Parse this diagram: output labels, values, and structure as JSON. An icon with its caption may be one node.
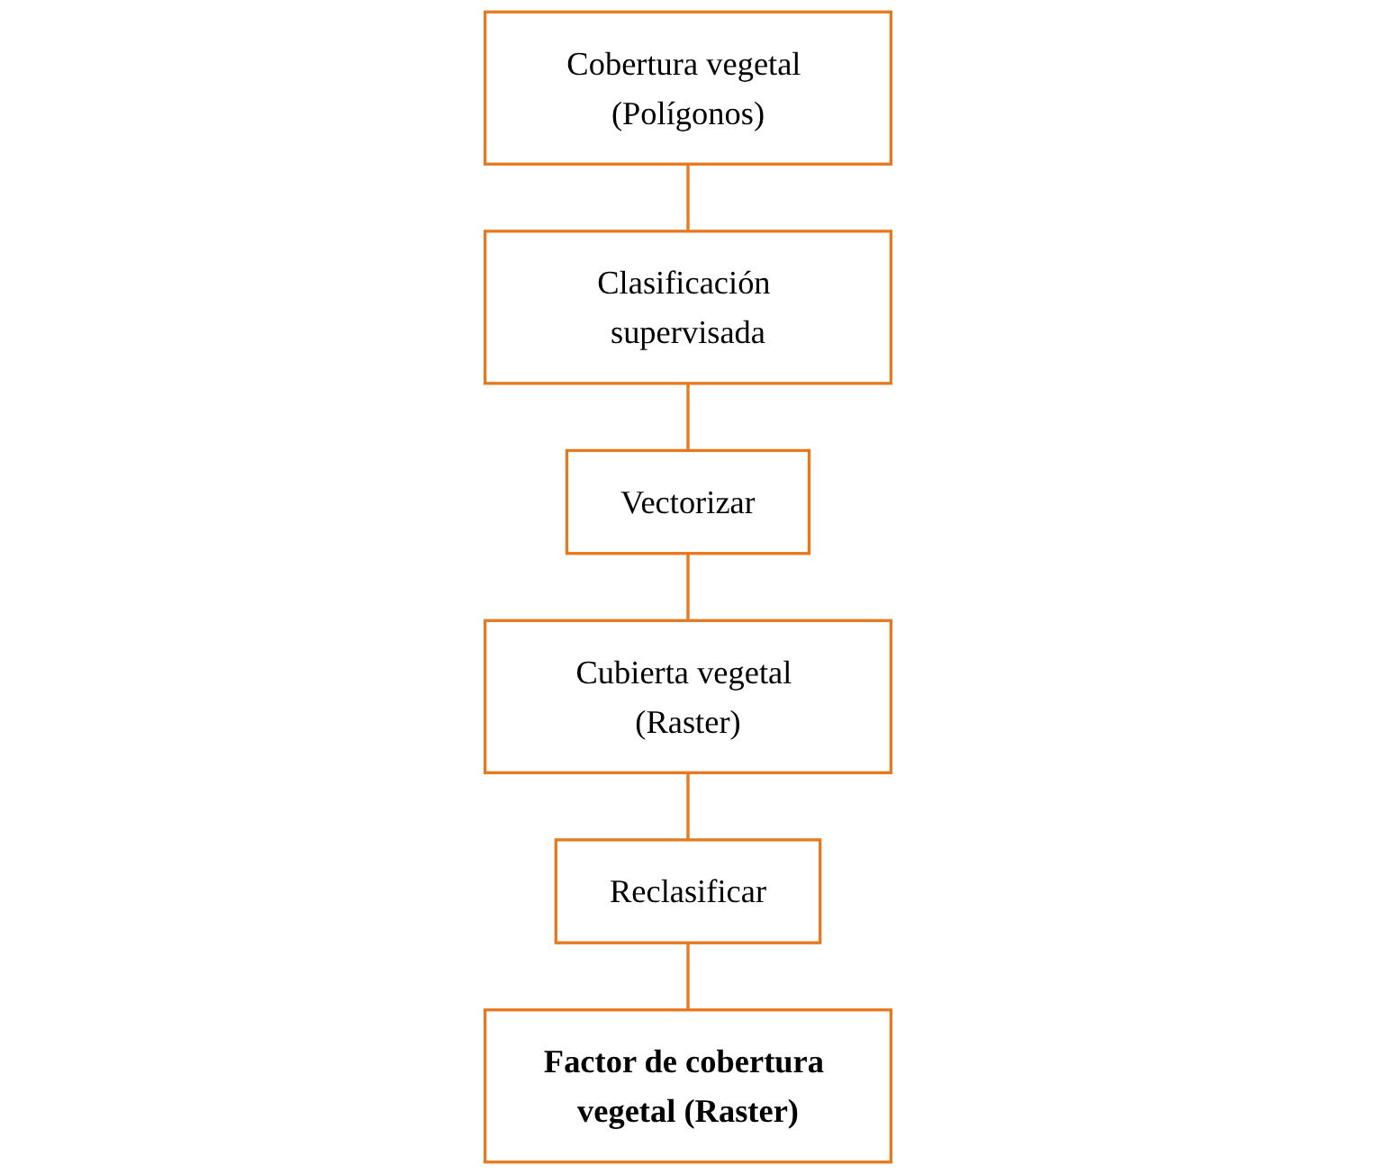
{
  "diagram": {
    "nodes": [
      {
        "text": [
          "Cobertura vegetal (Polígonos)"
        ]
      },
      {
        "text": [
          "Clasificación supervisada"
        ]
      },
      {
        "text": [
          "Vectorizar"
        ]
      },
      {
        "text": [
          "Cubierta vegetal (Raster)"
        ]
      },
      {
        "text": [
          "Reclasificar"
        ]
      },
      {
        "text": [
          "Factor de cobertura vegetal (Raster)"
        ]
      }
    ],
    "edges": [
      {
        "from": 0,
        "to": 1,
        "arrow": "none"
      },
      {
        "from": 1,
        "to": 2,
        "arrow": "none"
      },
      {
        "from": 2,
        "to": 3,
        "arrow": "none"
      },
      {
        "from": 3,
        "to": 4,
        "arrow": "none"
      },
      {
        "from": 4,
        "to": 5,
        "arrow": "none"
      }
    ]
  }
}
